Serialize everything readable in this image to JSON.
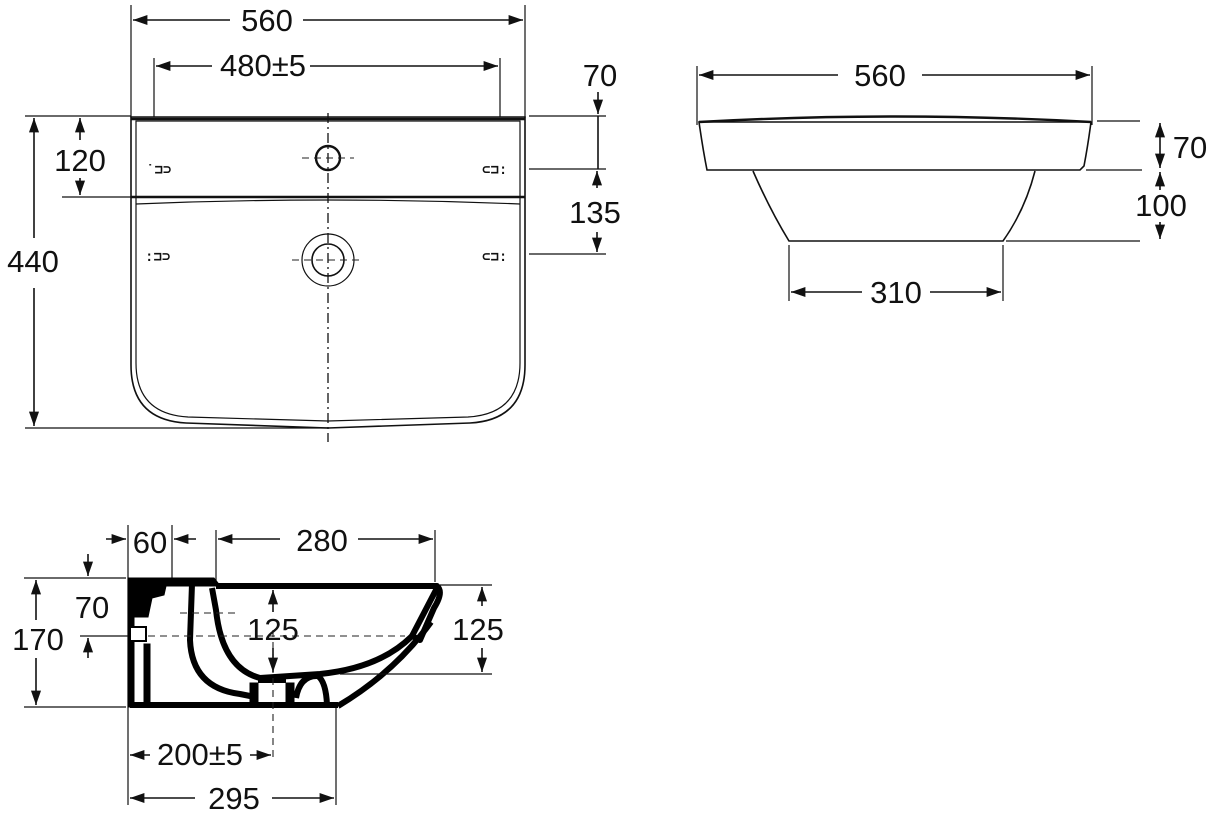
{
  "drawing": {
    "type": "wash basin dimensional drawing",
    "units": "mm",
    "line_color": "#111111",
    "background": "#ffffff"
  },
  "top_view": {
    "overall_width": "560",
    "fixing_distance": "480±5",
    "overall_depth": "440",
    "tap_hole_from_wall": "120",
    "top_offset": "70",
    "tap_to_waste": "135"
  },
  "front_view": {
    "overall_width": "560",
    "rim_height": "70",
    "bowl_height": "100",
    "base_width": "310"
  },
  "section_view": {
    "wall_thickness": "60",
    "bowl_length": "280",
    "overflow_height": "70",
    "total_height": "170",
    "bowl_depth_inner": "125",
    "bowl_depth_outer": "125",
    "waste_from_wall": "200±5",
    "base_length": "295"
  }
}
